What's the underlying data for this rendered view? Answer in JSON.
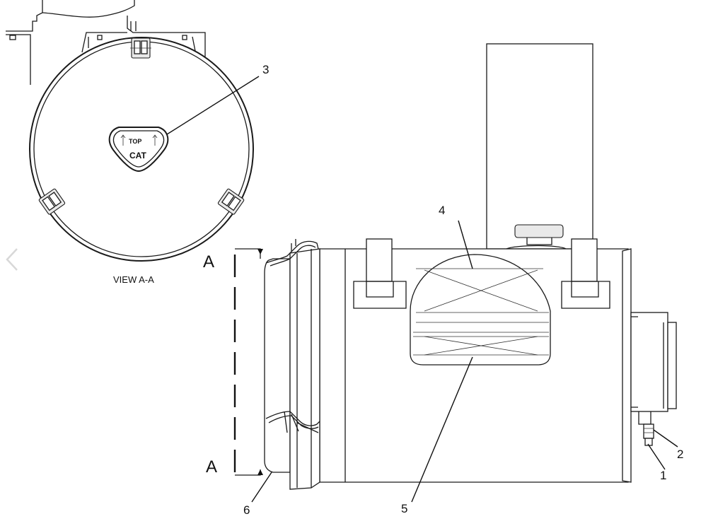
{
  "diagram": {
    "view_label": "VIEW A-A",
    "section_marks": [
      "A",
      "A"
    ],
    "callouts": [
      {
        "id": "1",
        "label": "1"
      },
      {
        "id": "2",
        "label": "2"
      },
      {
        "id": "3",
        "label": "3"
      },
      {
        "id": "4",
        "label": "4"
      },
      {
        "id": "5",
        "label": "5"
      },
      {
        "id": "6",
        "label": "6"
      }
    ],
    "decal": {
      "line1": "TOP",
      "logo": "CAT"
    },
    "icons": {
      "nav_back": "chevron-left-icon"
    }
  }
}
